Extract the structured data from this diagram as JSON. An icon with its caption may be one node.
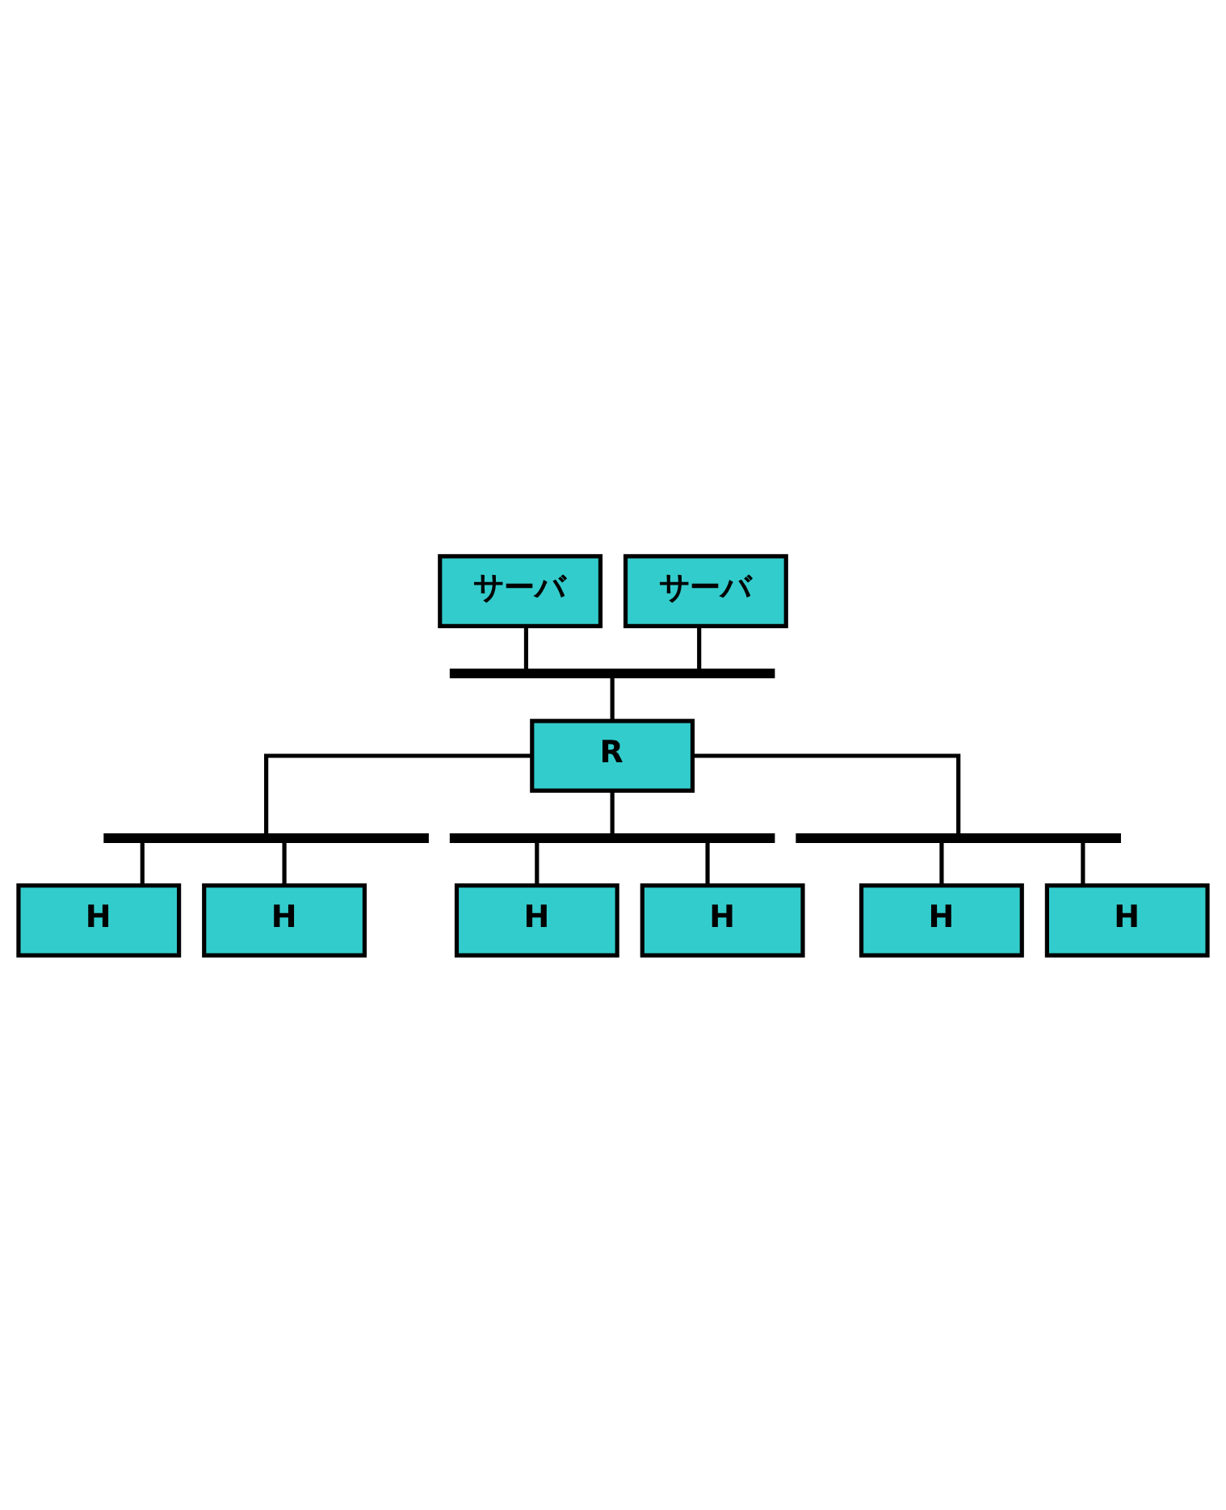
{
  "diagram": {
    "nodes": [
      {
        "text": [
          "サーバ"
        ]
      },
      {
        "text": [
          "サーバ"
        ]
      },
      {
        "text": [],
        "shape": "bar"
      },
      {
        "text": [
          "R"
        ]
      },
      {
        "text": [],
        "shape": "bar"
      },
      {
        "text": [],
        "shape": "bar"
      },
      {
        "text": [
          "H"
        ]
      },
      {
        "text": [
          "H"
        ]
      },
      {
        "text": [
          "H"
        ]
      },
      {
        "text": [
          "H"
        ]
      },
      {
        "text": [],
        "shape": "bar"
      },
      {
        "text": [
          "H"
        ]
      },
      {
        "text": [
          "H"
        ]
      }
    ],
    "edges": [
      {
        "from": 0,
        "to": 2,
        "arrow": "none"
      },
      {
        "from": 1,
        "to": 2,
        "arrow": "none"
      },
      {
        "from": 2,
        "to": 3,
        "arrow": "none"
      },
      {
        "from": 3,
        "to": 4,
        "arrow": "none"
      },
      {
        "from": 3,
        "to": 10,
        "arrow": "none"
      },
      {
        "from": 3,
        "to": 5,
        "arrow": "none"
      },
      {
        "from": 4,
        "to": 6,
        "arrow": "none"
      },
      {
        "from": 4,
        "to": 7,
        "arrow": "none"
      },
      {
        "from": 5,
        "to": 8,
        "arrow": "none"
      },
      {
        "from": 5,
        "to": 9,
        "arrow": "none"
      },
      {
        "from": 10,
        "to": 11,
        "arrow": "none"
      },
      {
        "from": 10,
        "to": 12,
        "arrow": "none"
      }
    ]
  }
}
